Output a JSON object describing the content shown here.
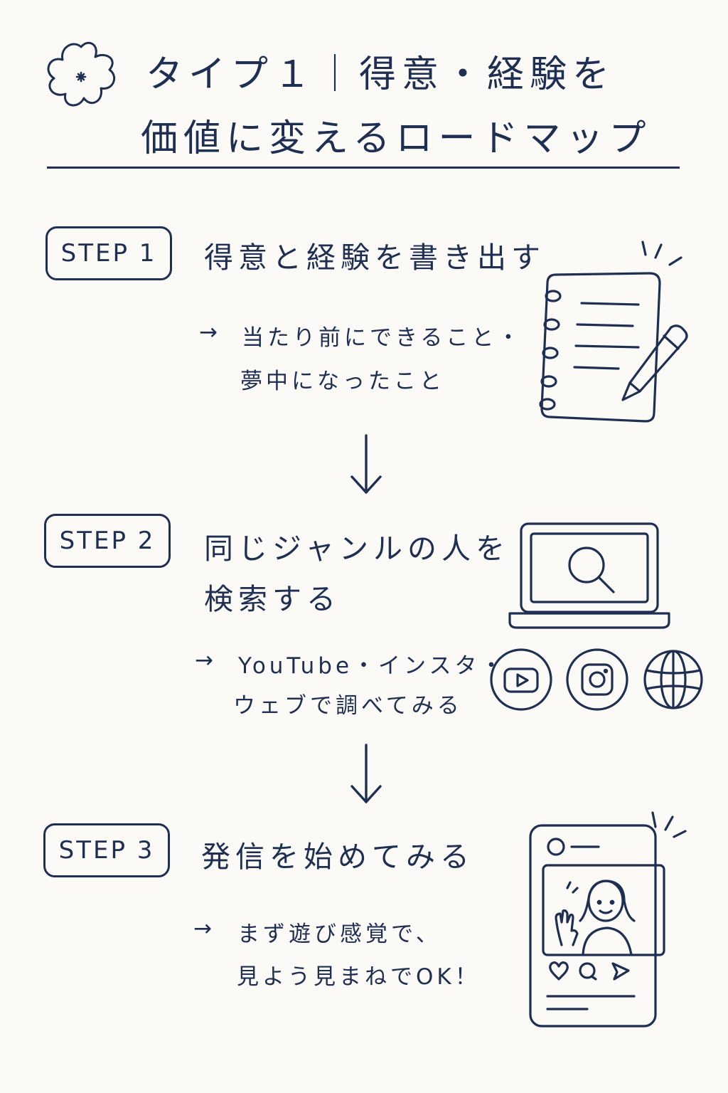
{
  "title": {
    "line1": "タイプ１｜得意・経験を",
    "line2": "価値に変えるロードマップ"
  },
  "steps": [
    {
      "badge": "STEP 1",
      "heading": "得意と経験を書き出す",
      "arrow": "→",
      "desc_line1": "当たり前にできること・",
      "desc_line2": "夢中になったこと"
    },
    {
      "badge": "STEP 2",
      "heading_line1": "同じジャンルの人を",
      "heading_line2": "検索する",
      "arrow": "→",
      "desc_line1": "YouTube・インスタ・",
      "desc_line2": "ウェブで調べてみる"
    },
    {
      "badge": "STEP 3",
      "heading": "発信を始めてみる",
      "arrow": "→",
      "desc_line1": "まず遊び感覚で、",
      "desc_line2": "見よう見まねでOK！"
    }
  ],
  "icons": {
    "title": "sakura-flower-icon",
    "step1": "notebook-pencil-icon",
    "step2": [
      "laptop-search-icon",
      "youtube-icon",
      "instagram-icon",
      "globe-icon"
    ],
    "step3": "smartphone-post-icon",
    "flow": "down-arrow-icon"
  },
  "colors": {
    "ink": "#1f2f52",
    "background": "#fbfaf7"
  }
}
